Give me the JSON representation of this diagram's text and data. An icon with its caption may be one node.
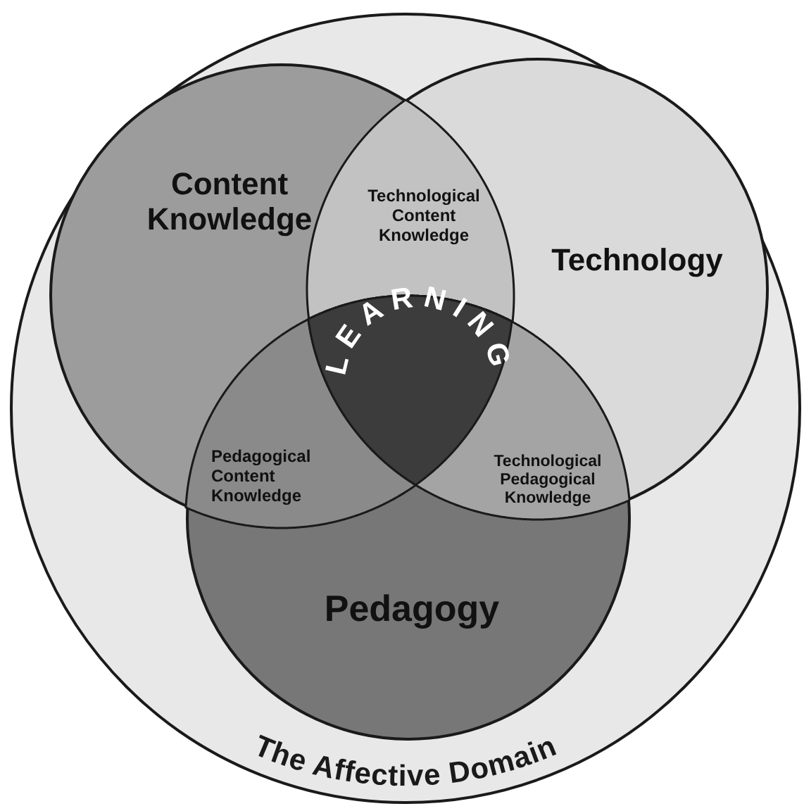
{
  "diagram": {
    "nodes": [
      {
        "text": [
          "The Affective Domain"
        ]
      },
      {
        "text": [
          "Content Knowledge"
        ],
        "in": 0
      },
      {
        "text": [
          "Technological Content Knowledge"
        ]
      },
      {
        "text": [
          "Technology"
        ],
        "in": 0
      },
      {
        "text": [
          "LEARNING"
        ]
      },
      {
        "text": [
          "Pedagogical Content Knowledge"
        ]
      },
      {
        "text": [
          "Technological Pedagogical Knowledge"
        ]
      },
      {
        "text": [
          "Pedagogy"
        ],
        "in": 0
      }
    ]
  }
}
